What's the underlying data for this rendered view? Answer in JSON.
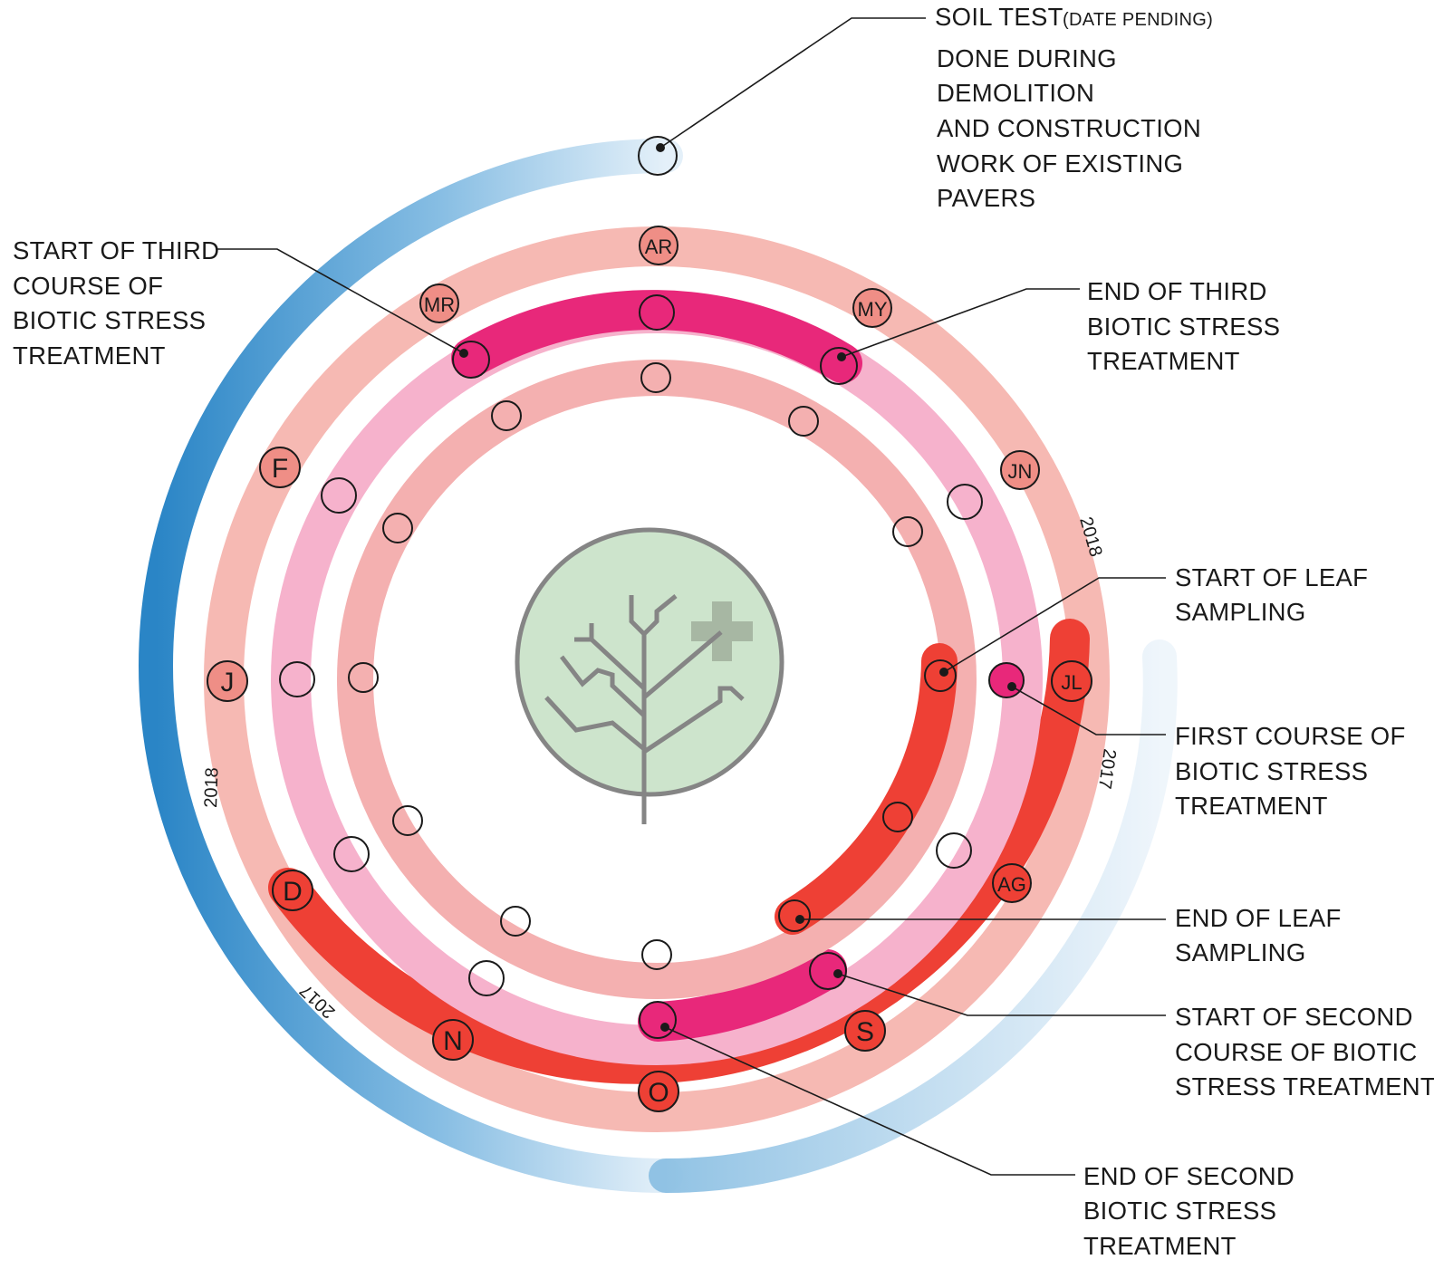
{
  "callouts": {
    "soil_test": {
      "title": "SOIL TEST",
      "note": "(DATE PENDING)",
      "lines": [
        "DONE DURING",
        "DEMOLITION",
        "AND CONSTRUCTION",
        "WORK OF EXISTING",
        "PAVERS"
      ]
    },
    "start_third": {
      "lines": [
        "START OF THIRD",
        "COURSE OF",
        "BIOTIC STRESS",
        "TREATMENT"
      ]
    },
    "end_third": {
      "lines": [
        "END OF THIRD",
        "BIOTIC STRESS",
        "TREATMENT"
      ]
    },
    "start_leaf": {
      "lines": [
        "START OF LEAF",
        "SAMPLING"
      ]
    },
    "first_course": {
      "lines": [
        "FIRST COURSE OF",
        "BIOTIC STRESS",
        "TREATMENT"
      ]
    },
    "end_leaf": {
      "lines": [
        "END OF LEAF",
        "SAMPLING"
      ]
    },
    "start_second": {
      "lines": [
        "START OF SECOND",
        "COURSE OF BIOTIC",
        "STRESS TREATMENT"
      ]
    },
    "end_second": {
      "lines": [
        "END OF SECOND",
        "BIOTIC STRESS",
        "TREATMENT"
      ]
    }
  },
  "months": {
    "ar": "AR",
    "my": "MY",
    "jn": "JN",
    "jl": "JL",
    "ag": "AG",
    "s": "S",
    "o": "O",
    "n": "N",
    "d": "D",
    "j": "J",
    "f": "F",
    "mr": "MR"
  },
  "years": {
    "right_upper": "2018",
    "right_lower": "2017",
    "left_upper": "2018",
    "left_lower": "2017"
  },
  "colors": {
    "outer_ring": "#f6b9b3",
    "outer_ring_active": "#ee4035",
    "middle_ring": "#f6b2cc",
    "middle_ring_active": "#e8287a",
    "inner_ring": "#f4b0b0",
    "inner_ring_active": "#ee4035",
    "timeline_blue": "#2a85c6",
    "tree_fill": "#cde4cc",
    "tree_stroke": "#858585"
  }
}
